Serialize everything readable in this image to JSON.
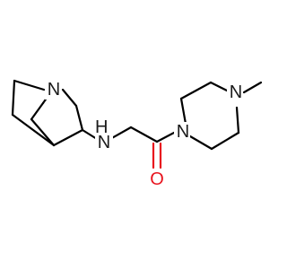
{
  "structure": {
    "atoms": {
      "n_bridgehead": {
        "label": "N",
        "color": "#1a1a1a"
      },
      "nh_amine": {
        "label": "H\nN",
        "color": "#1a1a1a"
      },
      "o_carbonyl": {
        "label": "O",
        "color": "#e8141e"
      },
      "n_piperazine_amide": {
        "label": "N",
        "color": "#1a1a1a"
      },
      "n_piperazine_methyl": {
        "label": "N",
        "color": "#1a1a1a"
      }
    },
    "colors": {
      "bond": "#000000",
      "oxygen": "#e8141e",
      "background": "#ffffff"
    }
  }
}
